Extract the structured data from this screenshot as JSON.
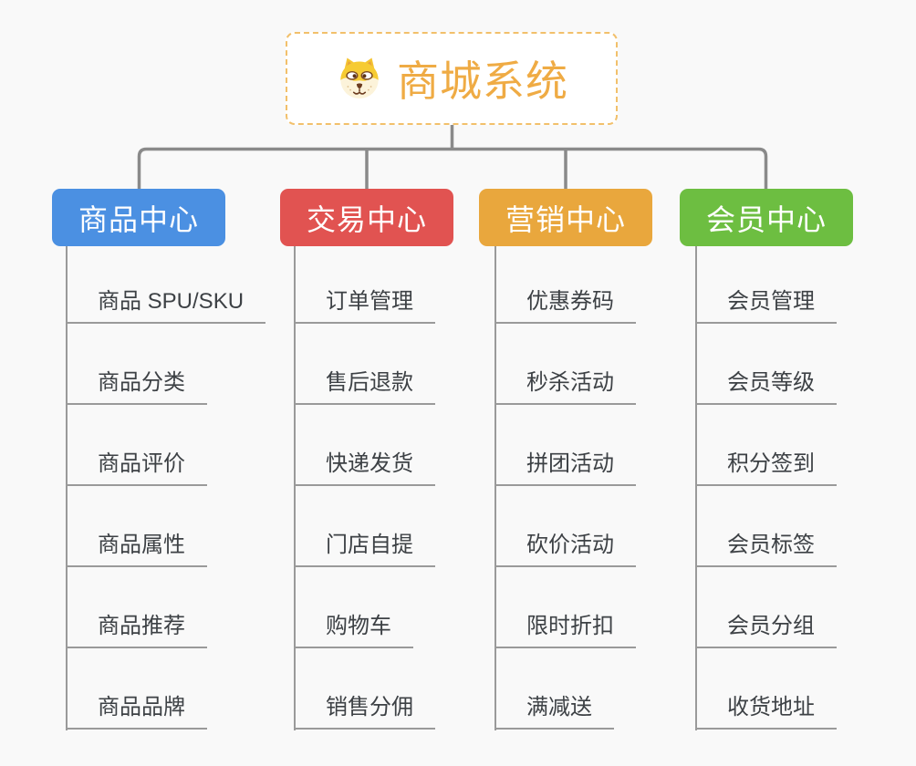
{
  "canvas": {
    "background": "#f9f9f9",
    "connector_color": "#8a8a8a",
    "leaf_line_color": "#9a9a9a"
  },
  "root": {
    "label": "商城系统",
    "icon": "dog-face-icon",
    "text_color": "#efab44",
    "border_color": "#f2c06b",
    "background": "#ffffff"
  },
  "branches": [
    {
      "label": "商品中心",
      "color": "#4b90e2",
      "children": [
        "商品 SPU/SKU",
        "商品分类",
        "商品评价",
        "商品属性",
        "商品推荐",
        "商品品牌"
      ]
    },
    {
      "label": "交易中心",
      "color": "#e15351",
      "children": [
        "订单管理",
        "售后退款",
        "快递发货",
        "门店自提",
        "购物车",
        "销售分佣"
      ]
    },
    {
      "label": "营销中心",
      "color": "#e9a73d",
      "children": [
        "优惠券码",
        "秒杀活动",
        "拼团活动",
        "砍价活动",
        "限时折扣",
        "满减送"
      ]
    },
    {
      "label": "会员中心",
      "color": "#6dbe41",
      "children": [
        "会员管理",
        "会员等级",
        "积分签到",
        "会员标签",
        "会员分组",
        "收货地址"
      ]
    }
  ]
}
